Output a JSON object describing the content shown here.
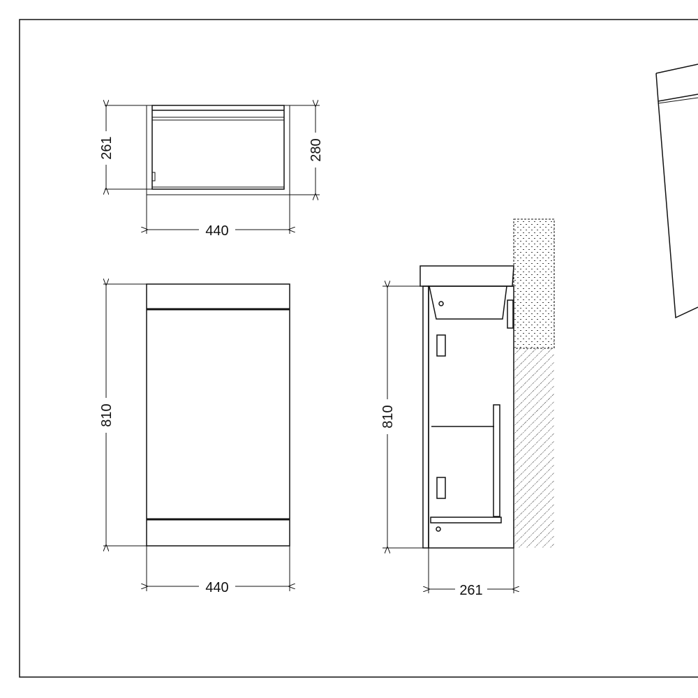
{
  "drawing": {
    "top_view": {
      "depth_inner": "261",
      "depth_outer": "280",
      "width": "440"
    },
    "front_view": {
      "height": "810",
      "width": "440"
    },
    "side_view": {
      "height": "810",
      "depth": "261"
    }
  },
  "colors": {
    "line": "#111111",
    "background": "#ffffff"
  }
}
